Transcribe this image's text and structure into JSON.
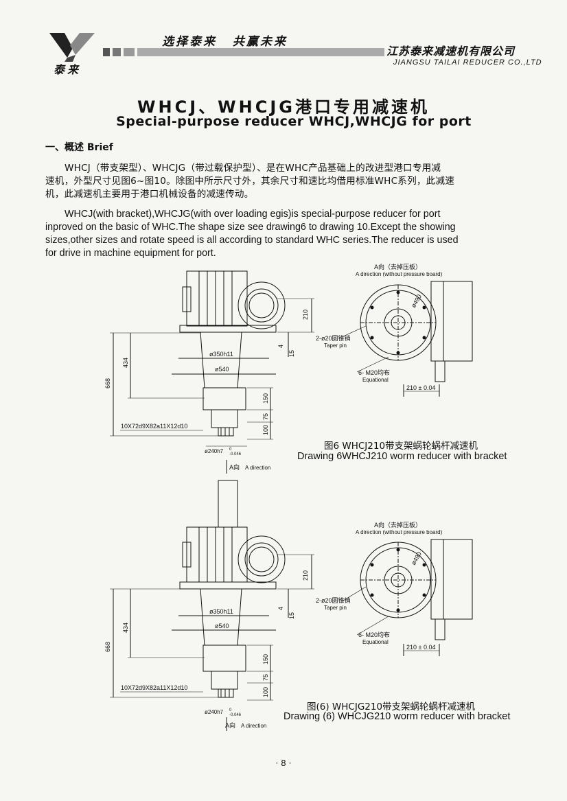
{
  "header": {
    "logo_text": "泰来",
    "slogan": "选择泰来  共赢未来",
    "company_cn": "江苏泰来减速机有限公司",
    "company_en": "JIANGSU TAILAI REDUCER CO.,LTD"
  },
  "title_cn": "WHCJ、WHCJG港口专用减速机",
  "title_en": "Special-purpose reducer WHCJ,WHCJG for port",
  "section_heading": "一、概述  Brief",
  "paragraph_cn": [
    "WHCJ（带支架型）、WHCJG（带过载保护型）、是在WHC产品基础上的改进型港口专用减",
    "速机，外型尺寸见图6~图10。除图中所示尺寸外，其余尺寸和速比均借用标准WHC系列，此减速",
    "机，此减速机主要用于港口机械设备的减速传动。"
  ],
  "paragraph_en": [
    "WHCJ(with bracket),WHCJG(with over loading egis)is special-purpose reducer for port",
    "inproved on the basic of WHC.The shape size see drawing6 to drawing 10.Except the showing",
    "sizes,other sizes and rotate speed is all according to standard WHC series.The reducer is used",
    "for drive in machine equipment for port."
  ],
  "drawing1": {
    "a_dir_cn": "A向（去掉压板）",
    "a_dir_en": "A direction (without pressure board)",
    "dim_210": "210",
    "dim_4": "4",
    "dim_15": "15",
    "dim_434": "434",
    "dim_668": "668",
    "dim_150": "150",
    "dim_75": "75",
    "dim_100": "100",
    "d350": "ø350h11",
    "d540": "ø540",
    "d490": "ø490",
    "taper_pin_cn": "2-ø20圆锥销",
    "taper_pin_en": "Taper pin",
    "bolts_cn": "6- M20均布",
    "bolts_en": "Equational",
    "dim_210tol": "210 ± 0.04",
    "spline": "10X72d9X82a11X12d10",
    "d240": "ø240h7",
    "tol_hi": "0",
    "tol_lo": "-0.046",
    "a_arrow_cn": "A向",
    "a_arrow_en": "A direction",
    "caption_cn": "图6   WHCJ210带支架蜗轮蜗杆减速机",
    "caption_en": "Drawing 6WHCJ210 worm reducer with bracket"
  },
  "drawing2": {
    "a_dir_cn": "A向（去掉压板）",
    "a_dir_en": "A direction (without pressure board)",
    "dim_210": "210",
    "dim_4": "4",
    "dim_15": "15",
    "dim_434": "434",
    "dim_668": "668",
    "dim_150": "150",
    "dim_75": "75",
    "dim_100": "100",
    "d350": "ø350h11",
    "d540": "ø540",
    "d490": "ø490",
    "taper_pin_cn": "2-ø20圆锥销",
    "taper_pin_en": "Taper pin",
    "bolts_cn": "6- M20均布",
    "bolts_en": "Equational",
    "dim_210tol": "210 ± 0.04",
    "spline": "10X72d9X82a11X12d10",
    "d240": "ø240h7",
    "tol_hi": "0",
    "tol_lo": "-0.046",
    "a_arrow_cn": "A向",
    "a_arrow_en": "A direction",
    "caption_cn": "图(6)   WHCJG210带支架蜗轮蜗杆减速机",
    "caption_en": "Drawing (6) WHCJG210 worm reducer with bracket"
  },
  "page_number": "· 8 ·"
}
